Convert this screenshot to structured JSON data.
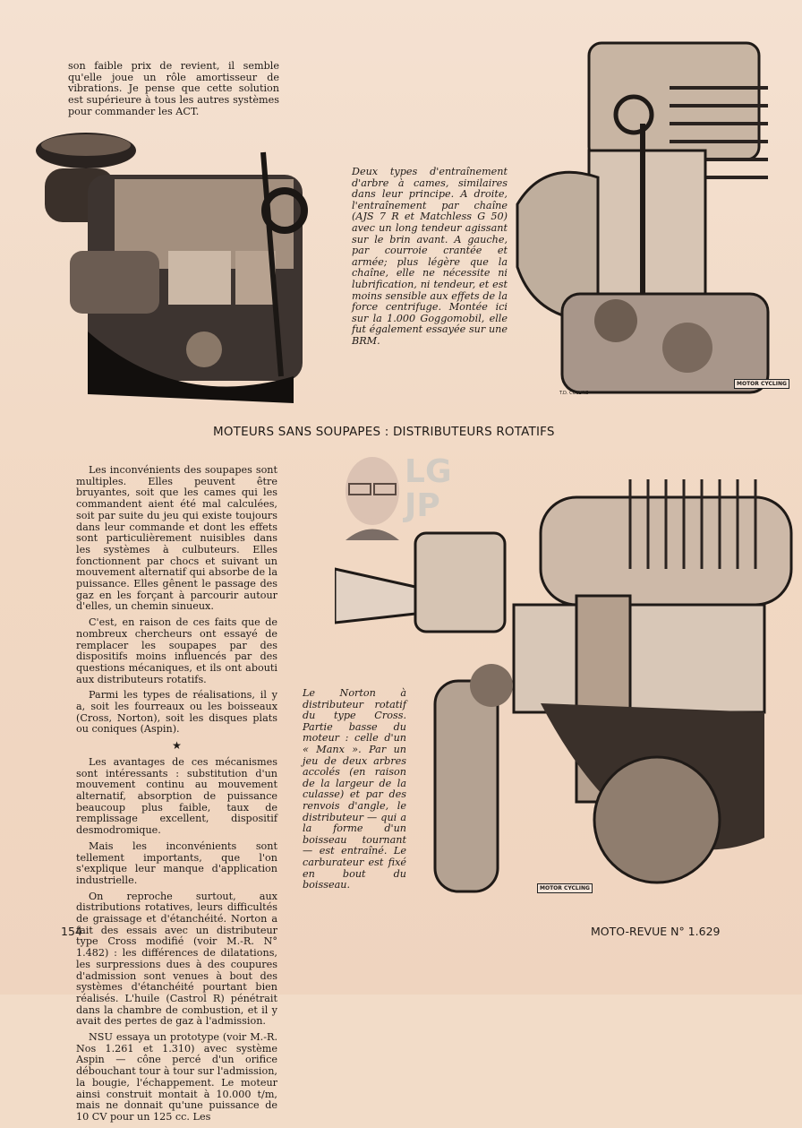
{
  "top_text": "son faible prix de revient, il semble qu'elle joue un rôle amortisseur de vibrations. Je pense que cette solution est supérieure à tous les autres systèmes pour commander les ACT.",
  "caption_top": "Deux types d'entraînement d'arbre à cames, similaires dans leur principe. A droite, l'entraînement par chaîne (AJS 7 R et Matchless G 50) avec un long tendeur agissant sur le brin avant. A gauche, par courroie crantée et armée; plus légère que la chaîne, elle ne nécessite ni lubrification, ni tendeur, et est moins sensible aux effets de la force centrifuge. Montée ici sur la 1.000 Goggomobil, elle fut également essayée sur une BRM.",
  "heading": "MOTEURS SANS SOUPAPES : DISTRIBUTEURS ROTATIFS",
  "paragraphs_a": [
    "Les inconvénients des soupapes sont multiples. Elles peuvent être bruyantes, soit que les cames qui les commandent aient été mal calculées, soit par suite du jeu qui existe toujours dans leur commande et dont les effets sont particulièrement nuisibles dans les systèmes à culbuteurs. Elles fonctionnent par chocs et suivant un mouvement alternatif qui absorbe de la puissance. Elles gênent le passage des gaz en les forçant à parcourir autour d'elles, un chemin sinueux.",
    "C'est, en raison de ces faits que de nombreux chercheurs ont essayé de remplacer les soupapes par des dispositifs moins influencés par des questions mécaniques, et ils ont abouti aux distributeurs rotatifs.",
    "Parmi les types de réalisations, il y a, soit les fourreaux ou les boisseaux (Cross, Norton), soit les disques plats ou coniques (Aspin)."
  ],
  "star": "★",
  "paragraphs_b": [
    "Les avantages de ces mécanismes sont intéressants : substitution d'un mouvement continu au mouvement alternatif, absorption de puissance beaucoup plus faible, taux de remplissage excellent, dispositif desmodromique.",
    "Mais les inconvénients sont tellement importants, que l'on s'explique leur manque d'application industrielle.",
    "On reproche surtout, aux distributions rotatives, leurs difficultés de graissage et d'étanchéité. Norton a fait des essais avec un distributeur type Cross modifié (voir M.-R. N° 1.482) : les différences de dilatations, les surpressions dues à des coupures d'admission sont venues à bout des systèmes d'étanchéité pourtant bien réalisés. L'huile (Castrol R) pénétrait dans la chambre de combustion, et il y avait des pertes de gaz à l'admission.",
    "NSU essaya un prototype (voir M.-R. Nos 1.261 et 1.310) avec système Aspin — cône percé d'un orifice débouchant tour à tour sur l'admission, la bougie, l'échappement. Le moteur ainsi construit montait à 10.000 t/m, mais ne donnait qu'une puissance de 10 CV pour un 125 cc. Les"
  ],
  "caption_bottom": "Le Norton à distributeur rotatif du type Cross. Partie basse du moteur : celle d'un « Manx ». Par un jeu de deux arbres accolés (en raison de la largeur de la culasse) et par des renvois d'angle, le distributeur — qui a la forme d'un boisseau tournant — est entraîné. Le carburateur est fixé en bout du boisseau.",
  "watermark": "LG JP",
  "signature_top": "T.D. COLLINS",
  "credit_top": "MOTOR CYCLING",
  "credit_bottom": "MOTOR CYCLING",
  "page_number": "154",
  "magazine": "MOTO-REVUE N° 1.629"
}
